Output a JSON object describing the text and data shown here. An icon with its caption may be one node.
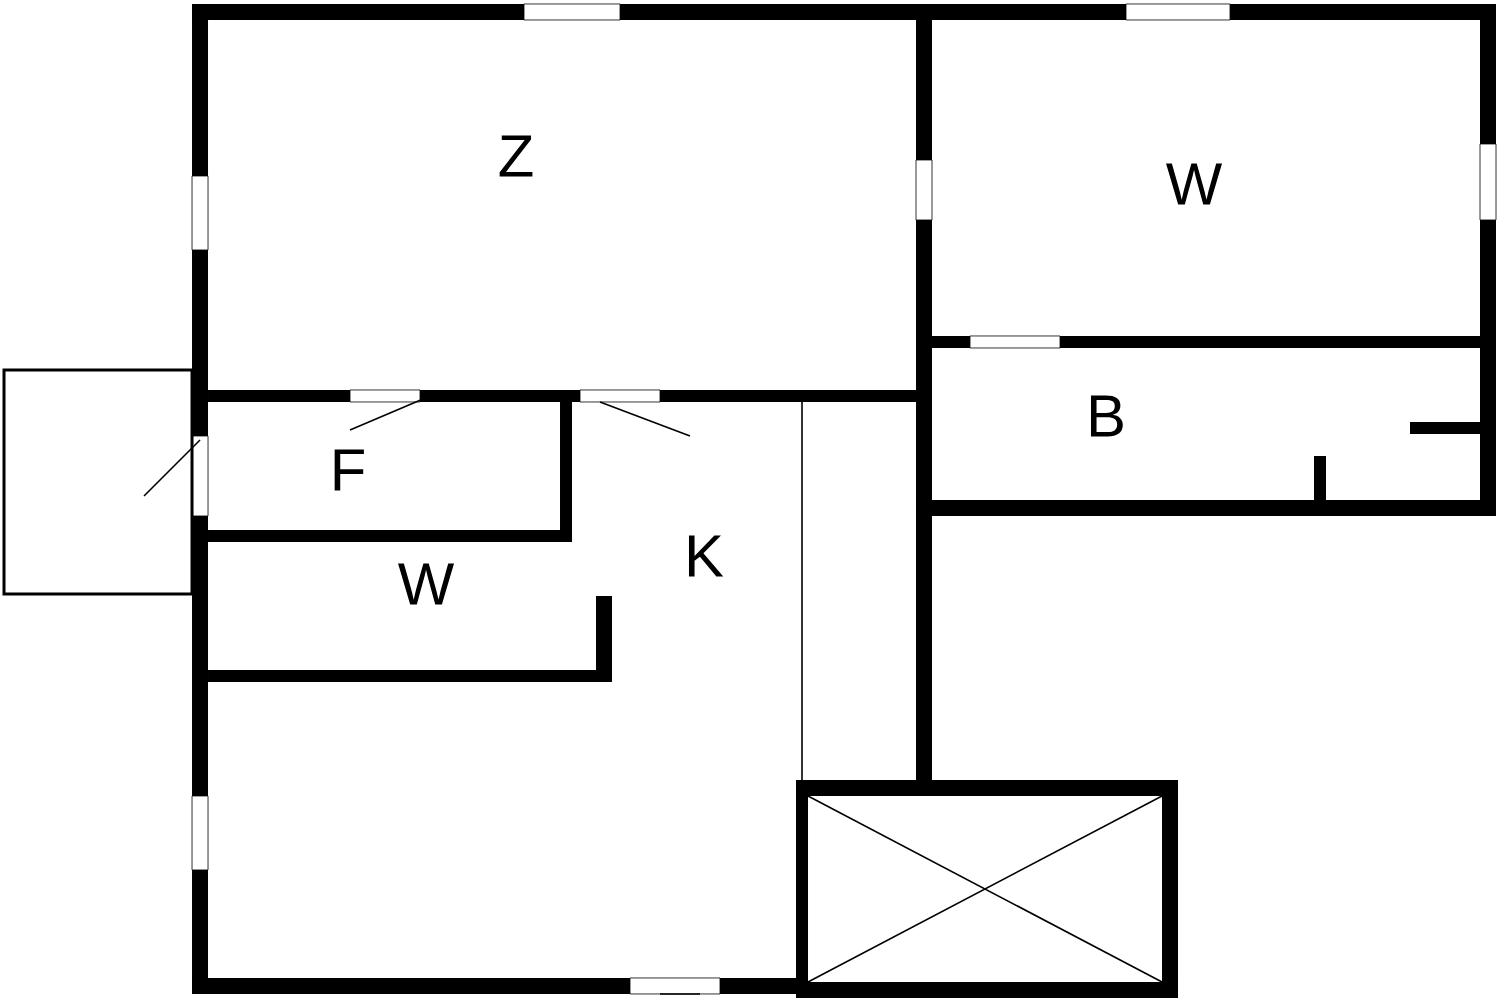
{
  "diagram": {
    "labels": [
      "Z",
      "W",
      "B",
      "F",
      "W",
      "K"
    ]
  }
}
